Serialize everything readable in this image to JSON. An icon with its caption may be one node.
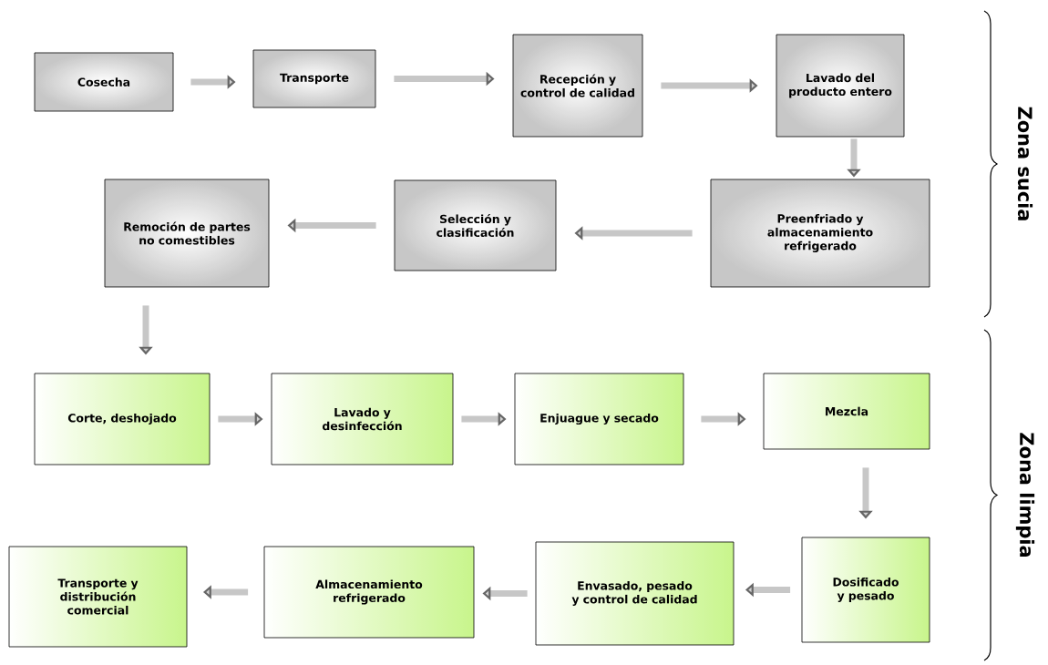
{
  "diagram": {
    "nodes": [
      {
        "text": [
          "Cosecha"
        ]
      },
      {
        "text": [
          "Transporte"
        ]
      },
      {
        "text": [
          "Recepción y control de calidad"
        ]
      },
      {
        "text": [
          "Lavado del producto entero"
        ]
      },
      {
        "text": [
          "Preenfriado y almacenamiento refrigerado"
        ]
      },
      {
        "text": [
          "Selección y clasificación"
        ]
      },
      {
        "text": [
          "Remoción de partes no comestibles"
        ]
      },
      {
        "text": [
          "Corte, deshojado"
        ]
      },
      {
        "text": [
          "Lavado y desinfección"
        ]
      },
      {
        "text": [
          "Enjuague y secado"
        ]
      },
      {
        "text": [
          "Mezcla"
        ]
      },
      {
        "text": [
          "Dosificado y pesado"
        ]
      },
      {
        "text": [
          "Envasado, pesado y control de calidad"
        ]
      },
      {
        "text": [
          "Almacenamiento refrigerado"
        ]
      },
      {
        "text": [
          "Transporte y distribución comercial"
        ]
      }
    ],
    "edges": [
      {
        "from": 0,
        "to": 1,
        "arrow": "to"
      },
      {
        "from": 1,
        "to": 2,
        "arrow": "to"
      },
      {
        "from": 2,
        "to": 3,
        "arrow": "to"
      },
      {
        "from": 3,
        "to": 4,
        "arrow": "to"
      },
      {
        "from": 4,
        "to": 5,
        "arrow": "to"
      },
      {
        "from": 5,
        "to": 6,
        "arrow": "to"
      },
      {
        "from": 6,
        "to": 7,
        "arrow": "to"
      },
      {
        "from": 7,
        "to": 8,
        "arrow": "to"
      },
      {
        "from": 8,
        "to": 9,
        "arrow": "to"
      },
      {
        "from": 9,
        "to": 10,
        "arrow": "to"
      },
      {
        "from": 10,
        "to": 11,
        "arrow": "to"
      },
      {
        "from": 11,
        "to": 12,
        "arrow": "to"
      },
      {
        "from": 12,
        "to": 13,
        "arrow": "to"
      },
      {
        "from": 13,
        "to": 14,
        "arrow": "to"
      }
    ],
    "labels": [
      "Zona sucia",
      "Zona limpia"
    ]
  }
}
